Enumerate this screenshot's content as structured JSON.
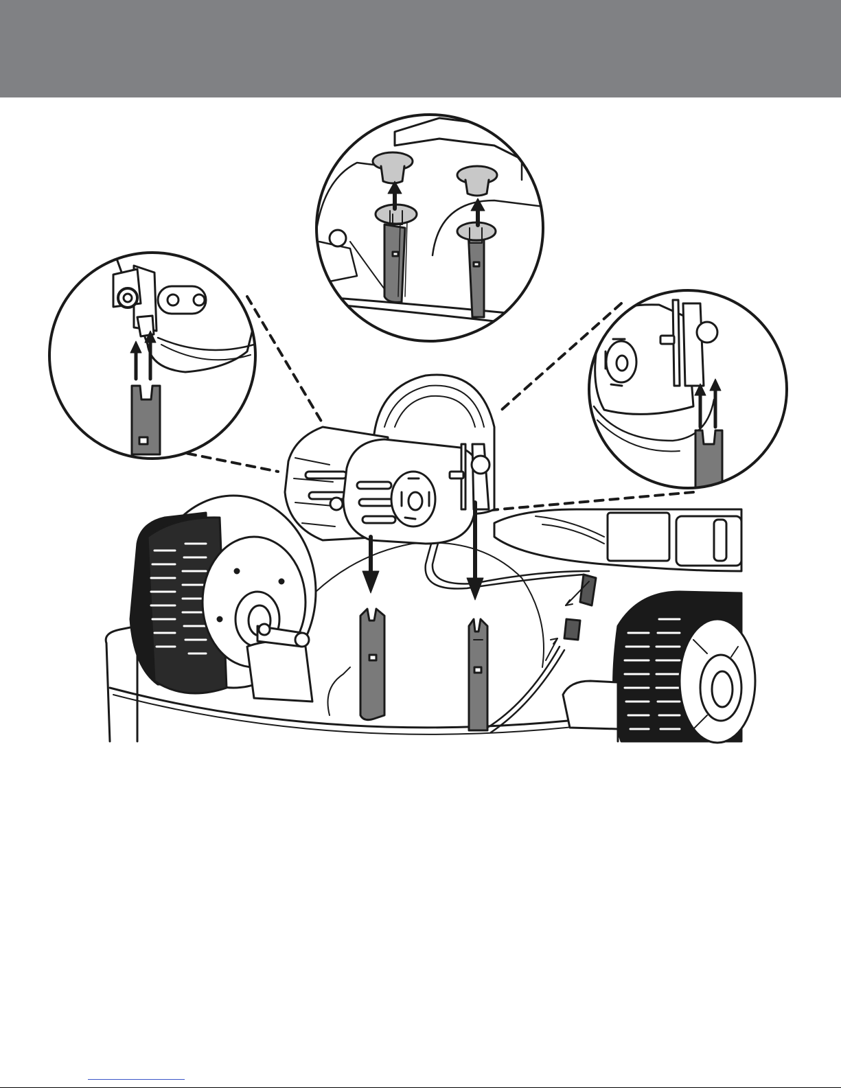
{
  "header": {
    "color": "#808184"
  },
  "illustration": {
    "subject": "gearbox-motor-installation",
    "callouts": [
      "left-bracket-detail",
      "top-caps-detail",
      "right-bracket-detail"
    ],
    "colors": {
      "line": "#1a1a1a",
      "fill_dark": "#7a7a7a",
      "fill_light": "#ffffff"
    }
  },
  "footer": {
    "link_color": "#3b55c8"
  }
}
